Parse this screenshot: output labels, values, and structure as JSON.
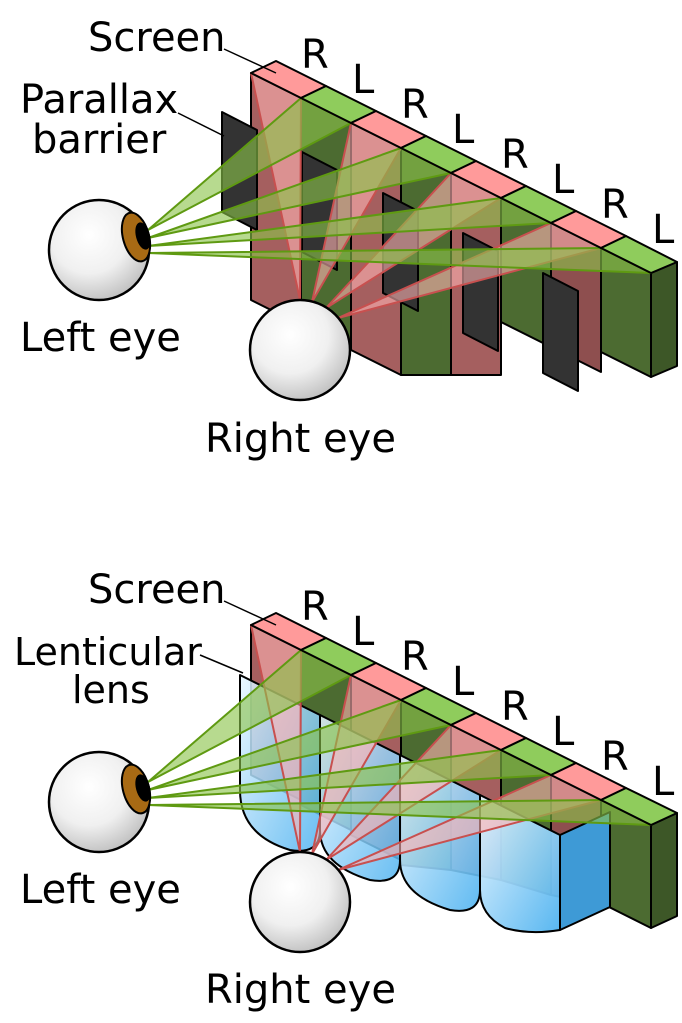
{
  "panels": [
    {
      "screen_label": "Screen",
      "optic_label_line1": "Parallax",
      "optic_label_line2": "barrier",
      "left_eye_label": "Left eye",
      "right_eye_label": "Right eye",
      "strips": [
        "R",
        "L",
        "R",
        "L",
        "R",
        "L",
        "R",
        "L"
      ]
    },
    {
      "screen_label": "Screen",
      "optic_label_line1": "Lenticular",
      "optic_label_line2": "lens",
      "left_eye_label": "Left eye",
      "right_eye_label": "Right eye",
      "strips": [
        "R",
        "L",
        "R",
        "L",
        "R",
        "L",
        "R",
        "L"
      ]
    }
  ],
  "colors": {
    "right_pixel": "#ff9a9a",
    "left_pixel": "#8fcc5c",
    "right_beam": "#ffb3b3",
    "left_beam": "#8bc34a",
    "barrier": "#2f2f2f",
    "lens": "#8fd3ff",
    "iris": "#a86a14"
  }
}
